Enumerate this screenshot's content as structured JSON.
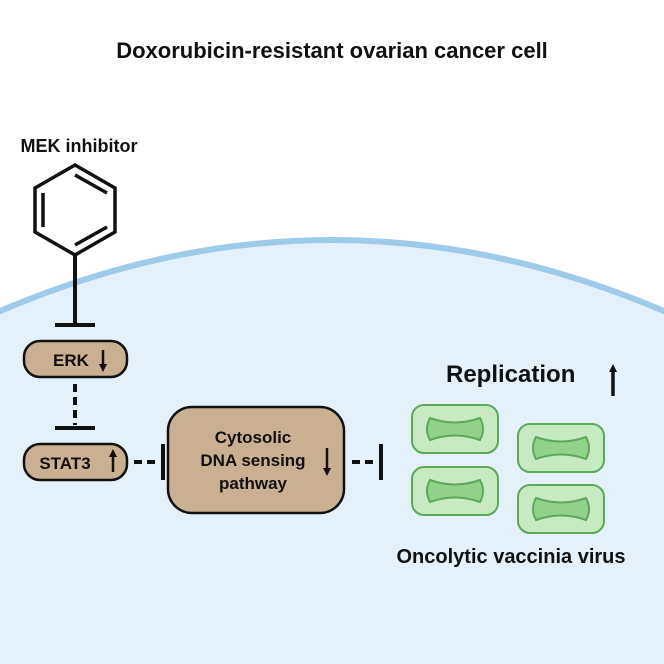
{
  "title": "Doxorubicin-resistant ovarian cancer cell",
  "inhibitor": {
    "label": "MEK inhibitor",
    "structure_icon": "benzene-ring-icon"
  },
  "nodes": {
    "erk": {
      "label": "ERK",
      "arrow": "down"
    },
    "stat3": {
      "label": "STAT3",
      "arrow": "up"
    },
    "dna_sensing": {
      "line1": "Cytosolic",
      "line2": "DNA sensing",
      "line3": "pathway",
      "arrow": "down"
    }
  },
  "replication": {
    "label": "Replication",
    "arrow": "up"
  },
  "virus": {
    "label": "Oncolytic vaccinia virus",
    "particle_count": 4,
    "icon": "vaccinia-virus-particle-icon"
  },
  "colors": {
    "cell_fill": "#e5f1fa",
    "cell_membrane": "#9fcbeb",
    "node_fill": "#c9b091",
    "node_stroke": "#111111",
    "virus_outer": "#c8eac3",
    "virus_inner": "#93d28b",
    "virus_stroke": "#5aaa58"
  },
  "edges": [
    {
      "from": "inhibitor",
      "to": "erk",
      "type": "inhibition",
      "style": "solid"
    },
    {
      "from": "erk",
      "to": "stat3",
      "type": "inhibition",
      "style": "dashed"
    },
    {
      "from": "stat3",
      "to": "dna_sensing",
      "type": "inhibition",
      "style": "dashed"
    },
    {
      "from": "dna_sensing",
      "to": "virus",
      "type": "inhibition",
      "style": "dashed"
    }
  ]
}
